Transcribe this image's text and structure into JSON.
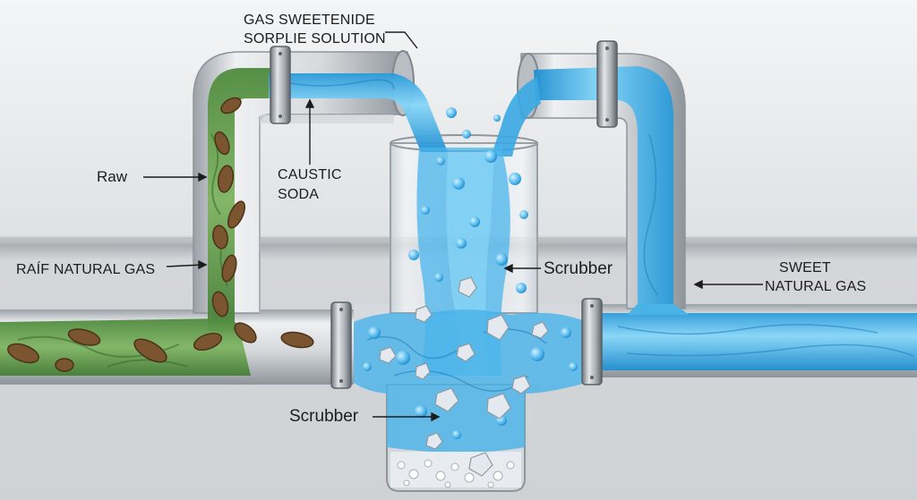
{
  "labels": {
    "header_line1": "GAS SWEETENIDE",
    "header_line2": "SORPLIE SOLUTION",
    "raw": "Raw",
    "caustic_line1": "CAUSTIC",
    "caustic_line2": "SODA",
    "raw_natural_gas": "RAÍF NATURAL GAS",
    "scrubber_upper": "Scrubber",
    "scrubber_lower": "Scrubber",
    "sweet_line1": "SWEET",
    "sweet_line2": "NATURAL GAS"
  },
  "colors": {
    "background": "#e9ebec",
    "pipe_metal": "#c9cdd1",
    "pipe_edge": "#8d949a",
    "raw_gas_green": "#5f9a4c",
    "sludge_brown": "#7a5530",
    "caustic_blue": "#3fb0e8",
    "crystal": "#dfe6ec"
  },
  "icons": [
    "arrow-left-icon",
    "arrow-up-icon"
  ]
}
